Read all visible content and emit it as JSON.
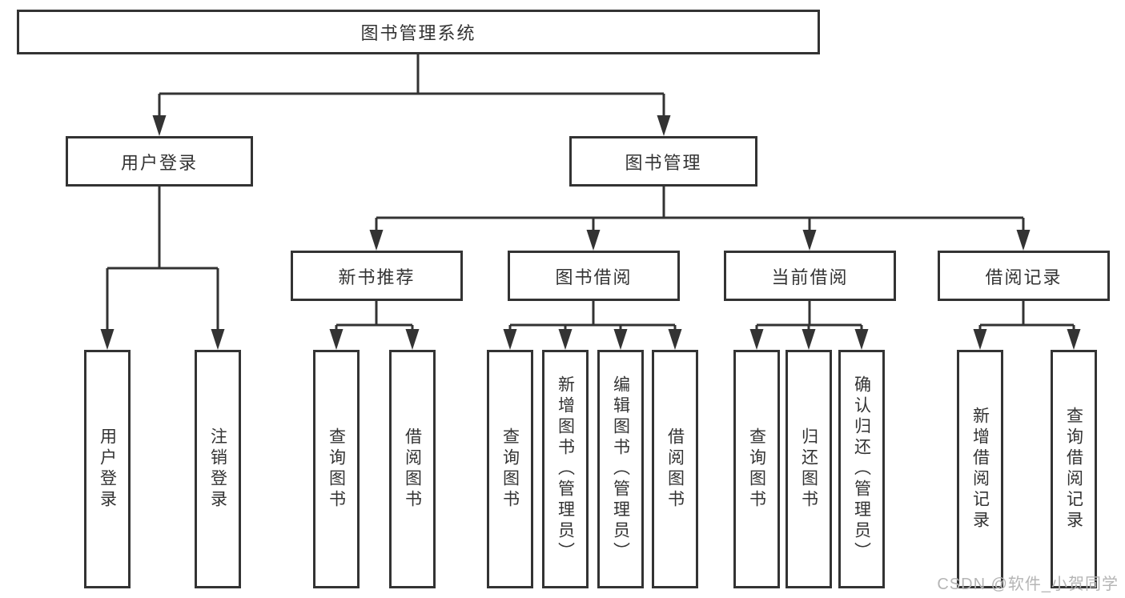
{
  "root_label": "图书管理系统",
  "branches": [
    {
      "label": "用户登录",
      "leaves": [
        "用户登录",
        "注销登录"
      ]
    },
    {
      "label": "图书管理",
      "groups": [
        {
          "label": "新书推荐",
          "leaves": [
            "查询图书",
            "借阅图书"
          ]
        },
        {
          "label": "图书借阅",
          "leaves": [
            "查询图书",
            "新增图书（管理员）",
            "编辑图书（管理员）",
            "借阅图书"
          ]
        },
        {
          "label": "当前借阅",
          "leaves": [
            "查询图书",
            "归还图书",
            "确认归还（管理员）"
          ]
        },
        {
          "label": "借阅记录",
          "leaves": [
            "新增借阅记录",
            "查询借阅记录"
          ]
        }
      ]
    }
  ],
  "watermark": "CSDN @软件_小贺同学",
  "colors": {
    "line": "#333333",
    "text": "#333333",
    "watermark": "#b5b5b5",
    "background": "#ffffff"
  }
}
